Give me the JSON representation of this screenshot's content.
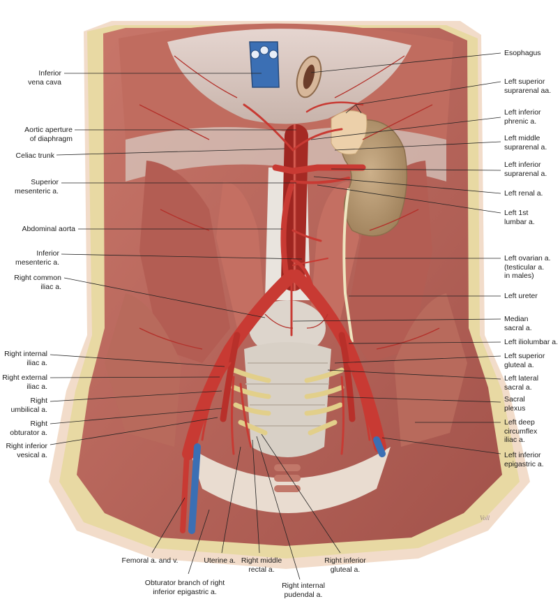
{
  "colors": {
    "muscle": "#b8645a",
    "muscle_dark": "#8e3f36",
    "tendon": "#d9d2cc",
    "artery": "#c2302b",
    "vein": "#3c6fb0",
    "kidney": "#b89a72",
    "adrenal": "#e8c9a3",
    "nerve": "#e8d79a",
    "fat": "#e6d9a6",
    "skin": "#f0d9c8",
    "leader": "#222222"
  },
  "labels_left": [
    {
      "id": "inferior-vena-cava",
      "lines": [
        "Inferior",
        "vena cava"
      ]
    },
    {
      "id": "aortic-aperture",
      "lines": [
        "Aortic aperture",
        "of diaphragm"
      ]
    },
    {
      "id": "celiac-trunk",
      "lines": [
        "Celiac trunk"
      ]
    },
    {
      "id": "superior-mesenteric",
      "lines": [
        "Superior",
        "mesenteric a."
      ]
    },
    {
      "id": "abdominal-aorta",
      "lines": [
        "Abdominal aorta"
      ]
    },
    {
      "id": "inferior-mesenteric",
      "lines": [
        "Inferior",
        "mesenteric a."
      ]
    },
    {
      "id": "right-common-iliac",
      "lines": [
        "Right common",
        "iliac a."
      ]
    },
    {
      "id": "right-internal-iliac",
      "lines": [
        "Right internal",
        "iliac a."
      ]
    },
    {
      "id": "right-external-iliac",
      "lines": [
        "Right external",
        "iliac a."
      ]
    },
    {
      "id": "right-umbilical",
      "lines": [
        "Right",
        "umbilical a."
      ]
    },
    {
      "id": "right-obturator",
      "lines": [
        "Right",
        "obturator a."
      ]
    },
    {
      "id": "right-inferior-vesical",
      "lines": [
        "Right inferior",
        "vesical a."
      ]
    }
  ],
  "labels_right": [
    {
      "id": "esophagus",
      "lines": [
        "Esophagus"
      ]
    },
    {
      "id": "left-superior-suprarenal",
      "lines": [
        "Left superior",
        "suprarenal aa."
      ]
    },
    {
      "id": "left-inferior-phrenic",
      "lines": [
        "Left inferior",
        "phrenic a."
      ]
    },
    {
      "id": "left-middle-suprarenal",
      "lines": [
        "Left middle",
        "suprarenal a."
      ]
    },
    {
      "id": "left-inferior-suprarenal",
      "lines": [
        "Left inferior",
        "suprarenal a."
      ]
    },
    {
      "id": "left-renal",
      "lines": [
        "Left renal a."
      ]
    },
    {
      "id": "left-1st-lumbar",
      "lines": [
        "Left 1st",
        "lumbar a."
      ]
    },
    {
      "id": "left-ovarian",
      "lines": [
        "Left ovarian a.",
        "(testicular a.",
        "in males)"
      ]
    },
    {
      "id": "left-ureter",
      "lines": [
        "Left ureter"
      ]
    },
    {
      "id": "median-sacral",
      "lines": [
        "Median",
        "sacral a."
      ]
    },
    {
      "id": "left-iliolumbar",
      "lines": [
        "Left iliolumbar a."
      ]
    },
    {
      "id": "left-superior-gluteal",
      "lines": [
        "Left superior",
        "gluteal a."
      ]
    },
    {
      "id": "left-lateral-sacral",
      "lines": [
        "Left lateral",
        "sacral a."
      ]
    },
    {
      "id": "sacral-plexus",
      "lines": [
        "Sacral",
        "plexus"
      ]
    },
    {
      "id": "left-deep-circumflex",
      "lines": [
        "Left deep",
        "circumflex",
        "iliac a."
      ]
    },
    {
      "id": "left-inferior-epigastric",
      "lines": [
        "Left inferior",
        "epigastric a."
      ]
    }
  ],
  "labels_bottom": [
    {
      "id": "femoral",
      "lines": [
        "Femoral a. and v."
      ]
    },
    {
      "id": "obturator-branch",
      "lines": [
        "Obturator branch of right",
        "inferior epigastric a."
      ]
    },
    {
      "id": "uterine",
      "lines": [
        "Uterine a."
      ]
    },
    {
      "id": "right-middle-rectal",
      "lines": [
        "Right middle",
        "rectal a."
      ]
    },
    {
      "id": "right-internal-pudendal",
      "lines": [
        "Right internal",
        "pudendal a."
      ]
    },
    {
      "id": "right-inferior-gluteal",
      "lines": [
        "Right inferior",
        "gluteal a."
      ]
    }
  ],
  "signature": "Voll"
}
